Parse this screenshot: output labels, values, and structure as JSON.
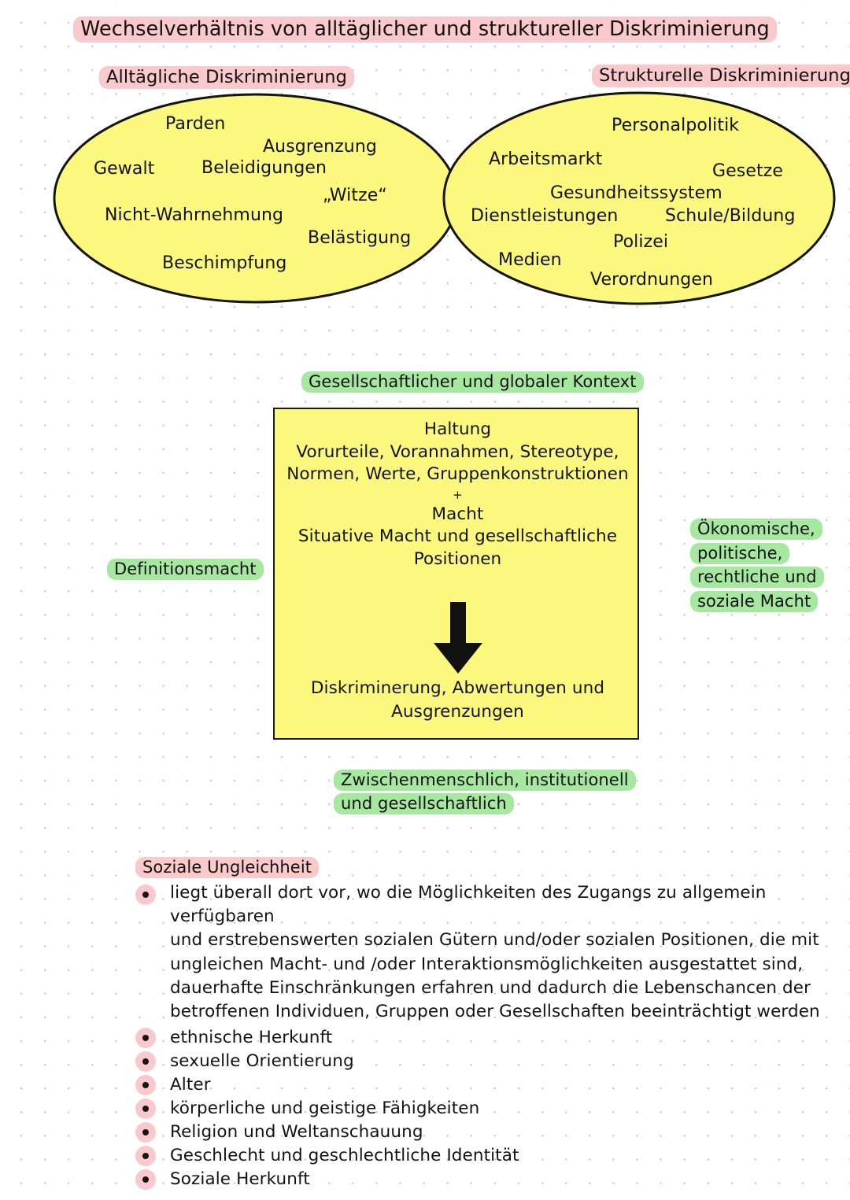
{
  "page": {
    "title": "Wechselverhältnis von alltäglicher und struktureller Diskriminierung",
    "colors": {
      "highlight_pink": "#f9c9cc",
      "highlight_green": "#a6e8a0",
      "shape_fill_yellow": "#fcf87d",
      "ink": "#111111",
      "grid_dot": "#c9c9d2"
    }
  },
  "ellipses": {
    "left": {
      "label": "Alltägliche Diskriminierung",
      "words": [
        "Parden",
        "Ausgrenzung",
        "Gewalt",
        "Beleidigungen",
        "„Witze“",
        "Nicht-Wahrnehmung",
        "Belästigung",
        "Beschimpfung"
      ]
    },
    "right": {
      "label": "Strukturelle Diskriminierung",
      "words": [
        "Personalpolitik",
        "Arbeitsmarkt",
        "Gesetze",
        "Gesundheitssystem",
        "Dienstleistungen",
        "Schule/Bildung",
        "Polizei",
        "Medien",
        "Verordnungen"
      ]
    }
  },
  "context": {
    "top_label": "Gesellschaftlicher und globaler Kontext",
    "left_label": "Definitionsmacht",
    "right_label_lines": [
      "Ökonomische,",
      "politische,",
      "rechtliche und",
      "soziale Macht"
    ],
    "bottom_label_lines": [
      "Zwischenmenschlich, institutionell",
      "und gesellschaftlich"
    ]
  },
  "centre_box": {
    "top_lines": [
      "Haltung",
      "Vorurteile, Vorannahmen, Stereotype,",
      "Normen, Werte, Gruppenkonstruktionen"
    ],
    "plus": "+",
    "middle_lines": [
      "Macht",
      "Situative Macht und gesellschaftliche",
      "Positionen"
    ],
    "arrow_icon": "down-arrow-icon",
    "bottom_lines": [
      "Diskriminerung, Abwertungen und",
      "Ausgrenzungen"
    ]
  },
  "bottom": {
    "heading": "Soziale Ungleichheit",
    "definition_lines": [
      "liegt überall dort vor, wo die Möglichkeiten des Zugangs zu allgemein verfügbaren",
      "und erstrebenswerten sozialen Gütern und/oder sozialen Positionen, die mit",
      "ungleichen Macht- und /oder Interaktionsmöglichkeiten ausgestattet sind,",
      "dauerhafte Einschränkungen erfahren und dadurch die Lebenschancen der",
      "betroffenen Individuen, Gruppen oder Gesellschaften beeinträchtigt werden"
    ],
    "attributes": [
      "ethnische Herkunft",
      "sexuelle Orientierung",
      "Alter",
      "körperliche und geistige Fähigkeiten",
      "Religion und Weltanschauung",
      "Geschlecht und geschlechtliche Identität",
      "Soziale Herkunft"
    ]
  }
}
